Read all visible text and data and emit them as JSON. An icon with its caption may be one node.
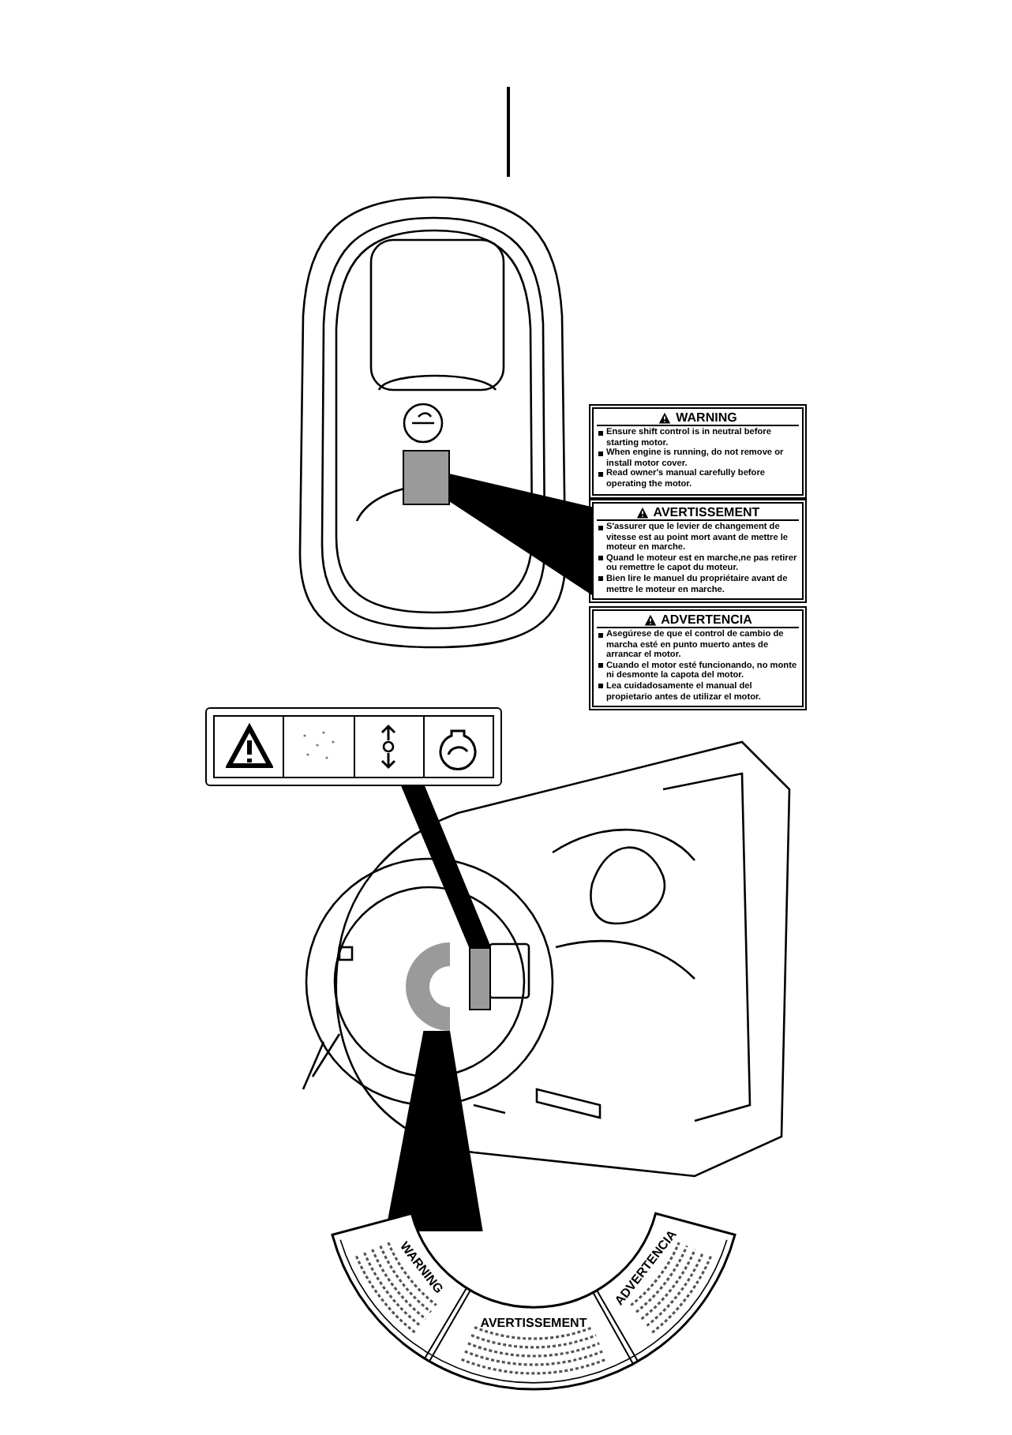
{
  "diagram": {
    "nodes": [
      {
        "text": [],
        "shape": "box"
      },
      {
        "text": [
          "WARNING",
          "Ensure shift control is in neutral before starting motor.",
          "When engine is running, do not remove or install motor cover.",
          "Read owner's manual carefully before operating the motor."
        ]
      },
      {
        "text": [
          "AVERTISSEMENT",
          "S'assurer que le levier de changement de vitesse est au point mort avant de mettre le moteur en marche.",
          "Quand le moteur est en marche,ne pas retirer ou remettre le capot du moteur.",
          "Bien lire le manuel du propriétaire avant de mettre le moteur en marche."
        ]
      },
      {
        "text": [
          "ADVERTENCIA",
          "Asegúrese de que el control de cambio de marcha esté en punto muerto antes de arrancar el motor.",
          "Cuando el motor esté funcionando, no monte ni desmonte la capota del motor.",
          "Lea cuidadosamente el manual del propietario antes de utilizar el motor."
        ]
      },
      {
        "text": [],
        "shape": "picture"
      },
      {
        "text": [],
        "shape": "box"
      },
      {
        "text": [],
        "shape": "arc"
      },
      {
        "text": [
          "WARNING",
          "AVERTISSEMENT",
          "ADVERTENCIA"
        ]
      }
    ],
    "edges": [
      {
        "from": 2,
        "to": 0,
        "arrow": "none"
      },
      {
        "from": 4,
        "to": 5,
        "arrow": "none"
      },
      {
        "from": 7,
        "to": 6,
        "arrow": "none"
      }
    ]
  }
}
